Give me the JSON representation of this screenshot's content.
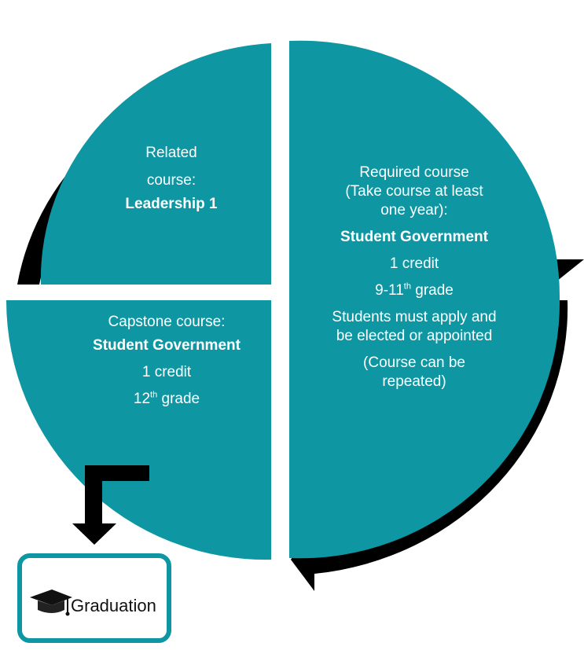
{
  "colors": {
    "quadrant_fill": "#0e97a3",
    "cycle_arrow": "#000000",
    "text": "#ffffff",
    "graduation_border": "#0e97a3"
  },
  "quadrants": {
    "related": {
      "line1": "Related",
      "line2": "course:",
      "course": "Leadership 1"
    },
    "required": {
      "line1": "Required course",
      "line2": "(Take course at least",
      "line3": "one year):",
      "course": "Student Government",
      "credit": "1 credit",
      "grade_prefix": "9-11",
      "grade_sup": "th",
      "grade_suffix": " grade",
      "note1": "Students must apply and",
      "note2": "be elected or appointed",
      "note3": "(Course can be",
      "note4": "repeated)"
    },
    "capstone": {
      "line1": "Capstone course:",
      "course": "Student Government",
      "credit": "1 credit",
      "grade_prefix": "12",
      "grade_sup": "th",
      "grade_suffix": " grade"
    }
  },
  "graduation": {
    "label": "Graduation",
    "icon": "graduation-cap-icon"
  }
}
